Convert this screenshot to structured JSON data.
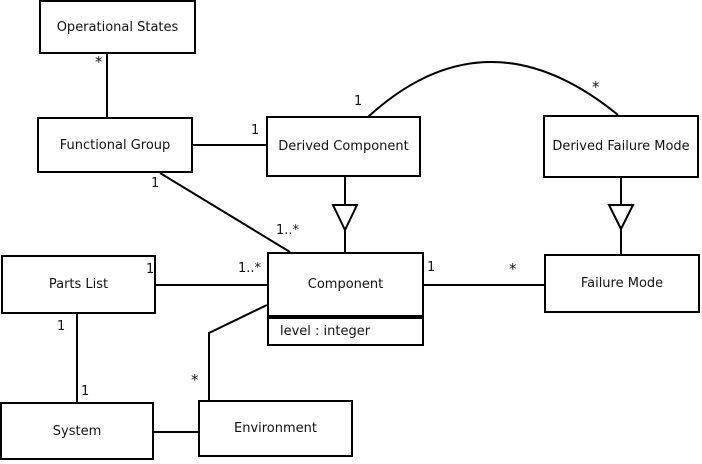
{
  "diagram": {
    "type": "uml-class-diagram",
    "background_color": "#ffffff",
    "line_color": "#000000",
    "classes": {
      "operational_states": {
        "name": "Operational States"
      },
      "functional_group": {
        "name": "Functional Group"
      },
      "derived_component": {
        "name": "Derived Component"
      },
      "derived_failure_mode": {
        "name": "Derived Failure Mode"
      },
      "parts_list": {
        "name": "Parts List"
      },
      "component": {
        "name": "Component",
        "attributes": [
          "level : integer"
        ]
      },
      "failure_mode": {
        "name": "Failure Mode"
      },
      "system": {
        "name": "System"
      },
      "environment": {
        "name": "Environment"
      }
    },
    "relationships": [
      {
        "from": "Operational States",
        "to": "Functional Group",
        "type": "association",
        "labels": {
          "from_end": "*"
        }
      },
      {
        "from": "Functional Group",
        "to": "Derived Component",
        "type": "association",
        "labels": {
          "to_end": "1"
        }
      },
      {
        "from": "Derived Component",
        "to": "Derived Failure Mode",
        "type": "association",
        "labels": {
          "from_end": "1",
          "to_end": "*"
        }
      },
      {
        "from": "Functional Group",
        "to": "Component",
        "type": "association",
        "labels": {
          "from_end": "1",
          "to_end": "1..*"
        }
      },
      {
        "from": "Parts List",
        "to": "Component",
        "type": "association",
        "labels": {
          "from_end": "1",
          "to_end": "1..*"
        }
      },
      {
        "from": "Component",
        "to": "Failure Mode",
        "type": "association",
        "labels": {
          "from_end": "1",
          "to_end": "*"
        }
      },
      {
        "from": "Parts List",
        "to": "System",
        "type": "association",
        "labels": {
          "from_end": "1",
          "to_end": "1"
        }
      },
      {
        "from": "Environment",
        "to": "Component",
        "type": "association",
        "labels": {
          "from_end": "*"
        }
      },
      {
        "from": "System",
        "to": "Environment",
        "type": "association",
        "labels": {}
      },
      {
        "from": "Derived Component",
        "to": "Component",
        "type": "generalization",
        "labels": {}
      },
      {
        "from": "Derived Failure Mode",
        "to": "Failure Mode",
        "type": "generalization",
        "labels": {}
      }
    ]
  }
}
